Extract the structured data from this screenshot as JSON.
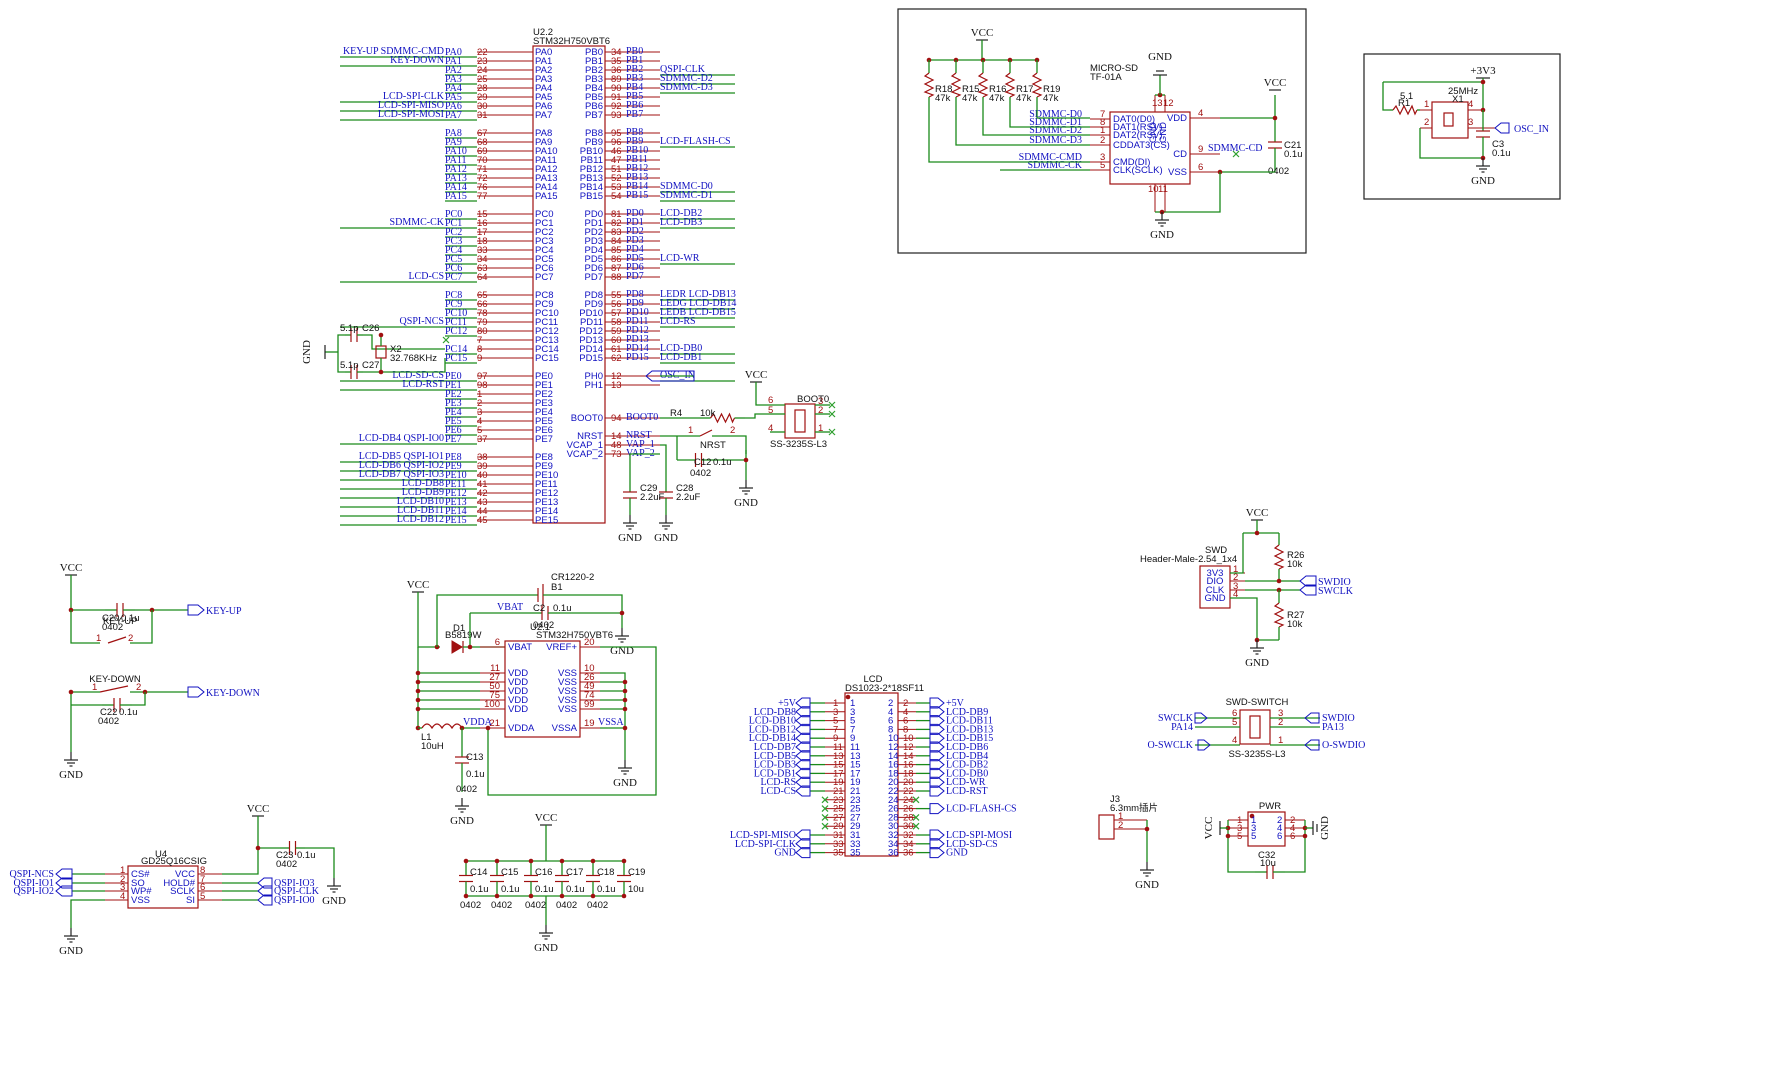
{
  "mcu": {
    "ref": "U2.2",
    "value": "STM32H750VBT6",
    "left_pins": [
      {
        "num": "22",
        "name": "PA0",
        "net": "PA0",
        "label": "KEY-UP  SDMMC-CMD"
      },
      {
        "num": "23",
        "name": "PA1",
        "net": "PA1",
        "label": "KEY-DOWN"
      },
      {
        "num": "24",
        "name": "PA2",
        "net": "PA2",
        "label": ""
      },
      {
        "num": "25",
        "name": "PA3",
        "net": "PA3",
        "label": ""
      },
      {
        "num": "28",
        "name": "PA4",
        "net": "PA4",
        "label": ""
      },
      {
        "num": "29",
        "name": "PA5",
        "net": "PA5",
        "label": "LCD-SPI-CLK"
      },
      {
        "num": "30",
        "name": "PA6",
        "net": "PA6",
        "label": "LCD-SPI-MISO"
      },
      {
        "num": "31",
        "name": "PA7",
        "net": "PA7",
        "label": "LCD-SPI-MOSI"
      },
      {
        "num": "67",
        "name": "PA8",
        "net": "PA8",
        "label": ""
      },
      {
        "num": "68",
        "name": "PA9",
        "net": "PA9",
        "label": ""
      },
      {
        "num": "69",
        "name": "PA10",
        "net": "PA10",
        "label": ""
      },
      {
        "num": "70",
        "name": "PA11",
        "net": "PA11",
        "label": ""
      },
      {
        "num": "71",
        "name": "PA12",
        "net": "PA12",
        "label": ""
      },
      {
        "num": "72",
        "name": "PA13",
        "net": "PA13",
        "label": ""
      },
      {
        "num": "76",
        "name": "PA14",
        "net": "PA14",
        "label": ""
      },
      {
        "num": "77",
        "name": "PA15",
        "net": "PA15",
        "label": ""
      },
      {
        "num": "15",
        "name": "PC0",
        "net": "PC0",
        "label": ""
      },
      {
        "num": "16",
        "name": "PC1",
        "net": "PC1",
        "label": "SDMMC-CK"
      },
      {
        "num": "17",
        "name": "PC2",
        "net": "PC2",
        "label": ""
      },
      {
        "num": "18",
        "name": "PC3",
        "net": "PC3",
        "label": ""
      },
      {
        "num": "33",
        "name": "PC4",
        "net": "PC4",
        "label": ""
      },
      {
        "num": "34",
        "name": "PC5",
        "net": "PC5",
        "label": ""
      },
      {
        "num": "63",
        "name": "PC6",
        "net": "PC6",
        "label": ""
      },
      {
        "num": "64",
        "name": "PC7",
        "net": "PC7",
        "label": "LCD-CS"
      },
      {
        "num": "65",
        "name": "PC8",
        "net": "PC8",
        "label": ""
      },
      {
        "num": "66",
        "name": "PC9",
        "net": "PC9",
        "label": ""
      },
      {
        "num": "78",
        "name": "PC10",
        "net": "PC10",
        "label": ""
      },
      {
        "num": "79",
        "name": "PC11",
        "net": "PC11",
        "label": "QSPI-NCS"
      },
      {
        "num": "80",
        "name": "PC12",
        "net": "PC12",
        "label": ""
      },
      {
        "num": "7",
        "name": "PC13",
        "net": "",
        "label": ""
      },
      {
        "num": "8",
        "name": "PC14",
        "net": "PC14",
        "label": ""
      },
      {
        "num": "9",
        "name": "PC15",
        "net": "PC15",
        "label": ""
      },
      {
        "num": "97",
        "name": "PE0",
        "net": "PE0",
        "label": "LCD-SD-CS"
      },
      {
        "num": "98",
        "name": "PE1",
        "net": "PE1",
        "label": "LCD-RST"
      },
      {
        "num": "1",
        "name": "PE2",
        "net": "PE2",
        "label": ""
      },
      {
        "num": "2",
        "name": "PE3",
        "net": "PE3",
        "label": ""
      },
      {
        "num": "3",
        "name": "PE4",
        "net": "PE4",
        "label": ""
      },
      {
        "num": "4",
        "name": "PE5",
        "net": "PE5",
        "label": ""
      },
      {
        "num": "5",
        "name": "PE6",
        "net": "PE6",
        "label": ""
      },
      {
        "num": "37",
        "name": "PE7",
        "net": "PE7",
        "label": "LCD-DB4        QSPI-IO0"
      },
      {
        "num": "38",
        "name": "PE8",
        "net": "PE8",
        "label": "LCD-DB5      QSPI-IO1"
      },
      {
        "num": "39",
        "name": "PE9",
        "net": "PE9",
        "label": "LCD-DB6      QSPI-IO2"
      },
      {
        "num": "40",
        "name": "PE10",
        "net": "PE10",
        "label": "LCD-DB7      QSPI-IO3"
      },
      {
        "num": "41",
        "name": "PE11",
        "net": "PE11",
        "label": "LCD-DB8"
      },
      {
        "num": "42",
        "name": "PE12",
        "net": "PE12",
        "label": "LCD-DB9"
      },
      {
        "num": "43",
        "name": "PE13",
        "net": "PE13",
        "label": "LCD-DB10"
      },
      {
        "num": "44",
        "name": "PE14",
        "net": "PE14",
        "label": "LCD-DB11"
      },
      {
        "num": "45",
        "name": "PE15",
        "net": "PE15",
        "label": "LCD-DB12"
      }
    ],
    "right_pins": [
      {
        "num": "34",
        "name": "PB0",
        "net": "PB0",
        "label": ""
      },
      {
        "num": "35",
        "name": "PB1",
        "net": "PB1",
        "label": ""
      },
      {
        "num": "36",
        "name": "PB2",
        "net": "PB2",
        "label": "QSPI-CLK"
      },
      {
        "num": "89",
        "name": "PB3",
        "net": "PB3",
        "label": "SDMMC-D2"
      },
      {
        "num": "90",
        "name": "PB4",
        "net": "PB4",
        "label": "SDMMC-D3"
      },
      {
        "num": "91",
        "name": "PB5",
        "net": "PB5",
        "label": ""
      },
      {
        "num": "92",
        "name": "PB6",
        "net": "PB6",
        "label": ""
      },
      {
        "num": "93",
        "name": "PB7",
        "net": "PB7",
        "label": ""
      },
      {
        "num": "95",
        "name": "PB8",
        "net": "PB8",
        "label": ""
      },
      {
        "num": "96",
        "name": "PB9",
        "net": "PB9",
        "label": "LCD-FLASH-CS"
      },
      {
        "num": "46",
        "name": "PB10",
        "net": "PB10",
        "label": ""
      },
      {
        "num": "47",
        "name": "PB11",
        "net": "PB11",
        "label": ""
      },
      {
        "num": "51",
        "name": "PB12",
        "net": "PB12",
        "label": ""
      },
      {
        "num": "52",
        "name": "PB13",
        "net": "PB13",
        "label": ""
      },
      {
        "num": "53",
        "name": "PB14",
        "net": "PB14",
        "label": "SDMMC-D0"
      },
      {
        "num": "54",
        "name": "PB15",
        "net": "PB15",
        "label": "SDMMC-D1"
      },
      {
        "num": "81",
        "name": "PD0",
        "net": "PD0",
        "label": "LCD-DB2"
      },
      {
        "num": "82",
        "name": "PD1",
        "net": "PD1",
        "label": "LCD-DB3"
      },
      {
        "num": "83",
        "name": "PD2",
        "net": "PD2",
        "label": ""
      },
      {
        "num": "84",
        "name": "PD3",
        "net": "PD3",
        "label": ""
      },
      {
        "num": "85",
        "name": "PD4",
        "net": "PD4",
        "label": ""
      },
      {
        "num": "86",
        "name": "PD5",
        "net": "PD5",
        "label": "LCD-WR"
      },
      {
        "num": "87",
        "name": "PD6",
        "net": "PD6",
        "label": ""
      },
      {
        "num": "88",
        "name": "PD7",
        "net": "PD7",
        "label": ""
      },
      {
        "num": "55",
        "name": "PD8",
        "net": "PD8",
        "label": "LEDR        LCD-DB13"
      },
      {
        "num": "56",
        "name": "PD9",
        "net": "PD9",
        "label": "LEDG        LCD-DB14"
      },
      {
        "num": "57",
        "name": "PD10",
        "net": "PD10",
        "label": "LEDB        LCD-DB15"
      },
      {
        "num": "58",
        "name": "PD11",
        "net": "PD11",
        "label": "LCD-RS"
      },
      {
        "num": "59",
        "name": "PD12",
        "net": "PD12",
        "label": ""
      },
      {
        "num": "60",
        "name": "PD13",
        "net": "PD13",
        "label": ""
      },
      {
        "num": "61",
        "name": "PD14",
        "net": "PD14",
        "label": "LCD-DB0"
      },
      {
        "num": "62",
        "name": "PD15",
        "net": "PD15",
        "label": "LCD-DB1"
      },
      {
        "num": "12",
        "name": "PH0",
        "net": "",
        "label": "OSC_IN"
      },
      {
        "num": "13",
        "name": "PH1",
        "net": "",
        "label": ""
      },
      {
        "num": "94",
        "name": "BOOT0",
        "net": "BOOT0",
        "label": ""
      },
      {
        "num": "14",
        "name": "NRST",
        "net": "NRST",
        "label": ""
      },
      {
        "num": "48",
        "name": "VCAP_1",
        "net": "VAP_1",
        "label": ""
      },
      {
        "num": "73",
        "name": "VCAP_2",
        "net": "VAP_2",
        "label": ""
      }
    ],
    "osc": {
      "x2": "X2",
      "x2_value": "32.768KHz",
      "c26": "C26",
      "c27": "C27",
      "cap_value": "5.1p",
      "gnd": "GND"
    },
    "boot": {
      "r4": "R4",
      "r4_value": "10k",
      "sw_ref": "BOOT0",
      "sw_model": "SS-3235S-L3",
      "nrst": "NRST",
      "c12": "C12",
      "c12_value": "0.1u",
      "c12_pkg": "0402",
      "pin_nums": [
        "6",
        "5",
        "4",
        "3",
        "2",
        "1"
      ],
      "vcc": "VCC",
      "gnd": "GND"
    },
    "vcap": {
      "c29": "C29",
      "c28": "C28",
      "value": "2.2uF",
      "gnd1": "GND",
      "gnd2": "GND"
    }
  },
  "sdcard": {
    "title": "MICRO-SD",
    "model": "TF-01A",
    "vcc_top": "VCC",
    "vcc_right": "VCC",
    "gnd_top": "GND",
    "gnd_bottom": "GND",
    "resistors": [
      {
        "ref": "R18",
        "value": "47k"
      },
      {
        "ref": "R15",
        "value": "47k"
      },
      {
        "ref": "R16",
        "value": "47k"
      },
      {
        "ref": "R17",
        "value": "47k"
      },
      {
        "ref": "R19",
        "value": "47k"
      }
    ],
    "pins": [
      {
        "num": "7",
        "name": "DAT0(D0)",
        "net": "SDMMC-D0"
      },
      {
        "num": "8",
        "name": "DAT1(RSV)",
        "net": "SDMMC-D1"
      },
      {
        "num": "1",
        "name": "DAT2(RSV)",
        "net": "SDMMC-D2"
      },
      {
        "num": "2",
        "name": "CDDAT3(CS)",
        "net": "SDMMC-D3"
      },
      {
        "num": "3",
        "name": "CMD(DI)",
        "net": "SDMMC-CMD"
      },
      {
        "num": "5",
        "name": "CLK(SCLK)",
        "net": "SDMMC-CK"
      }
    ],
    "right_pins": [
      {
        "num": "4",
        "name": "VDD"
      },
      {
        "num": "9",
        "name": "CD"
      },
      {
        "num": "6",
        "name": "VSS"
      }
    ],
    "top_pins": [
      "13",
      "12"
    ],
    "bottom_pins": [
      "10",
      "11"
    ],
    "gnd_name": "GND",
    "cd_net": "SDMMC-CD",
    "c21": "C21",
    "c21_value": "0.1u",
    "c21_pkg": "0402"
  },
  "osc25": {
    "supply": "+3V3",
    "r1": "R1",
    "r1_value": "5.1",
    "x1": "X1",
    "x1_value": "25MHz",
    "c3": "C3",
    "c3_value": "0.1u",
    "net": "OSC_IN",
    "gnd": "GND",
    "pins": [
      "1",
      "2",
      "3",
      "4"
    ]
  },
  "swd": {
    "vcc": "VCC",
    "gnd": "GND",
    "header_ref": "SWD",
    "header_model": "Header-Male-2.54_1x4",
    "pins": [
      {
        "num": "1",
        "name": "3V3"
      },
      {
        "num": "2",
        "name": "DIO"
      },
      {
        "num": "3",
        "name": "CLK"
      },
      {
        "num": "4",
        "name": "GND"
      }
    ],
    "r26": "R26",
    "r26_value": "10k",
    "r27": "R27",
    "r27_value": "10k",
    "net_dio": "SWDIO",
    "net_clk": "SWCLK"
  },
  "swdswitch": {
    "title": "SWD-SWITCH",
    "model": "SS-3235S-L3",
    "left": [
      {
        "net": "SWCLK",
        "pin": "6"
      },
      {
        "net": "PA14",
        "pin": "5"
      },
      {
        "net": "O-SWCLK",
        "pin": "4"
      }
    ],
    "right": [
      {
        "net": "SWDIO",
        "pin": "3"
      },
      {
        "net": "PA13",
        "pin": "2"
      },
      {
        "net": "O-SWDIO",
        "pin": "1"
      }
    ]
  },
  "keys": {
    "vcc": "VCC",
    "c20": "C20",
    "c20_value": "0.1u",
    "c20_pkg": "0402",
    "key_up": "KEY-UP",
    "net_up": "KEY-UP",
    "c22": "C22",
    "c22_value": "0.1u",
    "c22_pkg": "0402",
    "key_down": "KEY-DOWN",
    "net_down": "KEY-DOWN",
    "gnd": "GND",
    "pins": [
      "1",
      "2"
    ]
  },
  "power": {
    "vcc": "VCC",
    "battery": "CR1220-2",
    "b1": "B1",
    "vbat": "VBAT",
    "c2": "C2",
    "c2_value": "0.1u",
    "c2_pkg": "0402",
    "d1": "D1",
    "d1_value": "B5819W",
    "unit_ref": "U2.1",
    "unit_value": "STM32H750VBT6",
    "left_pins": [
      {
        "num": "6",
        "name": "VBAT"
      },
      {
        "num": "11",
        "name": "VDD"
      },
      {
        "num": "27",
        "name": "VDD"
      },
      {
        "num": "50",
        "name": "VDD"
      },
      {
        "num": "75",
        "name": "VDD"
      },
      {
        "num": "100",
        "name": "VDD"
      },
      {
        "num": "21",
        "name": "VDDA"
      }
    ],
    "right_pins": [
      {
        "num": "20",
        "name": "VREF+"
      },
      {
        "num": "10",
        "name": "VSS"
      },
      {
        "num": "26",
        "name": "VSS"
      },
      {
        "num": "49",
        "name": "VSS"
      },
      {
        "num": "74",
        "name": "VSS"
      },
      {
        "num": "99",
        "name": "VSS"
      },
      {
        "num": "19",
        "name": "VSSA"
      }
    ],
    "l1": "L1",
    "l1_value": "10uH",
    "vdda": "VDDA",
    "vssa": "VSSA",
    "c13": "C13",
    "c13_value": "0.1u",
    "c13_pkg": "0402",
    "gnd": "GND"
  },
  "decoupling": {
    "vcc": "VCC",
    "gnd": "GND",
    "caps": [
      {
        "ref": "C14",
        "value": "0.1u",
        "pkg": "0402"
      },
      {
        "ref": "C15",
        "value": "0.1u",
        "pkg": "0402"
      },
      {
        "ref": "C16",
        "value": "0.1u",
        "pkg": "0402"
      },
      {
        "ref": "C17",
        "value": "0.1u",
        "pkg": "0402"
      },
      {
        "ref": "C18",
        "value": "0.1u",
        "pkg": "0402"
      },
      {
        "ref": "C19",
        "value": "10u",
        "pkg": ""
      }
    ]
  },
  "flash": {
    "ref": "U4",
    "value": "GD25Q16CSIG",
    "vcc": "VCC",
    "gnd": "GND",
    "left": [
      {
        "num": "1",
        "name": "CS#",
        "net": "QSPI-NCS"
      },
      {
        "num": "2",
        "name": "SO",
        "net": "QSPI-IO1"
      },
      {
        "num": "3",
        "name": "WP#",
        "net": "QSPI-IO2"
      },
      {
        "num": "4",
        "name": "VSS",
        "net": ""
      }
    ],
    "right": [
      {
        "num": "8",
        "name": "VCC",
        "net": ""
      },
      {
        "num": "7",
        "name": "HOLD#",
        "net": "QSPI-IO3"
      },
      {
        "num": "6",
        "name": "SCLK",
        "net": "QSPI-CLK"
      },
      {
        "num": "5",
        "name": "SI",
        "net": "QSPI-IO0"
      }
    ],
    "c23": "C23",
    "c23_value": "0.1u",
    "c23_pkg": "0402"
  },
  "lcd": {
    "title": "LCD",
    "model": "DS1023-2*18SF11",
    "left": [
      {
        "num": "1",
        "net": "+5V"
      },
      {
        "num": "3",
        "net": "LCD-DB8"
      },
      {
        "num": "5",
        "net": "LCD-DB10"
      },
      {
        "num": "7",
        "net": "LCD-DB12"
      },
      {
        "num": "9",
        "net": "LCD-DB14"
      },
      {
        "num": "11",
        "net": "LCD-DB7"
      },
      {
        "num": "13",
        "net": "LCD-DB5"
      },
      {
        "num": "15",
        "net": "LCD-DB3"
      },
      {
        "num": "17",
        "net": "LCD-DB1"
      },
      {
        "num": "19",
        "net": "LCD-RS"
      },
      {
        "num": "21",
        "net": "LCD-CS"
      },
      {
        "num": "23",
        "net": ""
      },
      {
        "num": "25",
        "net": ""
      },
      {
        "num": "27",
        "net": ""
      },
      {
        "num": "29",
        "net": ""
      },
      {
        "num": "31",
        "net": "LCD-SPI-MISO"
      },
      {
        "num": "33",
        "net": "LCD-SPI-CLK"
      },
      {
        "num": "35",
        "net": "GND"
      }
    ],
    "right": [
      {
        "num": "2",
        "net": "+5V"
      },
      {
        "num": "4",
        "net": "LCD-DB9"
      },
      {
        "num": "6",
        "net": "LCD-DB11"
      },
      {
        "num": "8",
        "net": "LCD-DB13"
      },
      {
        "num": "10",
        "net": "LCD-DB15"
      },
      {
        "num": "12",
        "net": "LCD-DB6"
      },
      {
        "num": "14",
        "net": "LCD-DB4"
      },
      {
        "num": "16",
        "net": "LCD-DB2"
      },
      {
        "num": "18",
        "net": "LCD-DB0"
      },
      {
        "num": "20",
        "net": "LCD-WR"
      },
      {
        "num": "22",
        "net": "LCD-RST"
      },
      {
        "num": "24",
        "net": ""
      },
      {
        "num": "26",
        "net": "LCD-FLASH-CS"
      },
      {
        "num": "28",
        "net": ""
      },
      {
        "num": "30",
        "net": ""
      },
      {
        "num": "32",
        "net": "LCD-SPI-MOSI"
      },
      {
        "num": "34",
        "net": "LCD-SD-CS"
      },
      {
        "num": "36",
        "net": "GND"
      }
    ]
  },
  "j3": {
    "ref": "J3",
    "value": "6.3mm插片",
    "gnd": "GND",
    "pins": [
      "1",
      "2"
    ]
  },
  "pwr": {
    "title": "PWR",
    "vcc": "VCC",
    "gnd": "GND",
    "left": [
      "1",
      "3",
      "5"
    ],
    "right": [
      "2",
      "4",
      "6"
    ],
    "c32": "C32",
    "c32_value": "10u"
  }
}
